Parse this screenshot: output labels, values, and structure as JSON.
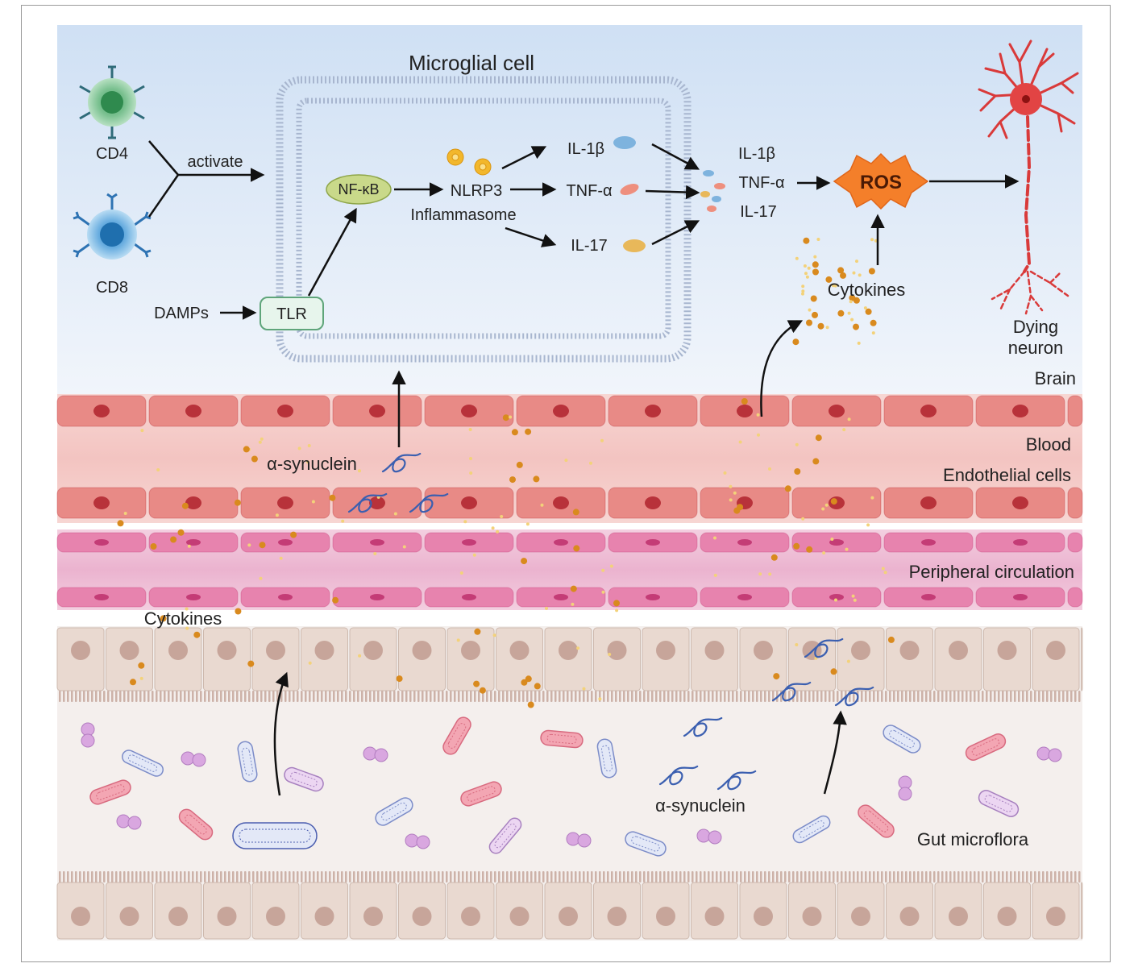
{
  "diagram": {
    "microglia": {
      "title": "Microglial cell",
      "nfkb": "NF-κB",
      "nlrp3": "NLRP3",
      "inflammasome": "Inflammasome",
      "tlr": "TLR",
      "products": [
        "IL-1β",
        "TNF-α",
        "IL-17"
      ]
    },
    "tcells": {
      "cd4": "CD4",
      "cd8": "CD8",
      "activate": "activate"
    },
    "damps": "DAMPs",
    "released": [
      "IL-1β",
      "TNF-α",
      "IL-17"
    ],
    "ros": "ROS",
    "cytokines_top": "Cytokines",
    "neuron": {
      "line1": "Dying",
      "line2": "neuron"
    },
    "layers": {
      "brain": "Brain",
      "blood": "Blood",
      "endothelial": "Endothelial cells",
      "peripheral": "Peripheral circulation"
    },
    "cytokines_gut": "Cytokines",
    "asyn_blood": "α-synuclein",
    "asyn_gut": "α-synuclein",
    "gut_microflora": "Gut microflora",
    "colors": {
      "endothelial": "#e88a86",
      "endothelial_nucleus": "#b8323a",
      "peripheral": "#e783ae",
      "peripheral_nucleus": "#c43c76",
      "epithelium": "#e9d9d0",
      "epithelium_nucleus": "#c7a59a",
      "ros": "#f47f2a",
      "neuron": "#d93a3a",
      "asyn": "#3b5fb0"
    }
  }
}
